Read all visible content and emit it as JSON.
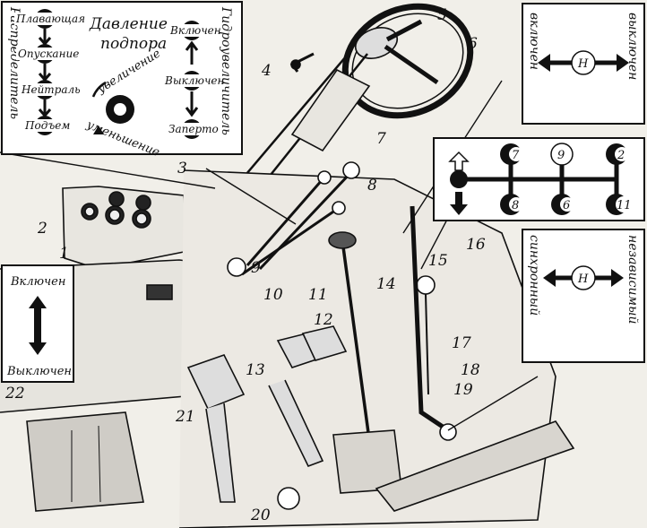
{
  "colors": {
    "ink": "#111111",
    "paper": "#f1efe9",
    "panel": "#ffffff"
  },
  "panel_hydraulic": {
    "title_line1": "Давление",
    "title_line2": "подпора",
    "left_vertical": "Распределитель",
    "right_vertical": "Гидроувеличитель",
    "positions_left": [
      "Плавающая",
      "Опускание",
      "Нейтраль",
      "Подъем"
    ],
    "positions_right": [
      "Включен",
      "Выключен",
      "Заперто"
    ],
    "increase": "увеличение",
    "decrease": "уменьшение"
  },
  "panel_pto_top": {
    "left_vertical": "включен",
    "right_vertical": "выключен",
    "neutral": "Н"
  },
  "panel_gear": {
    "top_labels": [
      "7",
      "9",
      "2"
    ],
    "bottom_labels": [
      "8",
      "6",
      "11"
    ]
  },
  "panel_pto_sync": {
    "left_vertical": "синхронный",
    "right_vertical": "независимый",
    "neutral": "Н"
  },
  "panel_switch": {
    "top": "Включен",
    "bottom": "Выключен"
  },
  "callouts": [
    "1",
    "2",
    "3",
    "4",
    "5",
    "6",
    "7",
    "8",
    "9",
    "10",
    "11",
    "12",
    "13",
    "14",
    "15",
    "16",
    "17",
    "18",
    "19",
    "20",
    "21",
    "22"
  ]
}
